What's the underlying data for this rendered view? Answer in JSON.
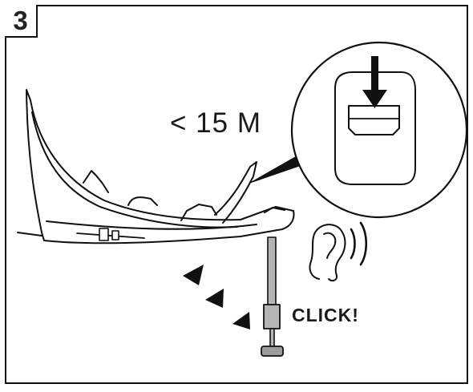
{
  "step": {
    "number": "3"
  },
  "labels": {
    "distance": "< 15 M",
    "sound": "CLICK!"
  },
  "colors": {
    "line": "#111111",
    "leg_fill": "#b5b5b5",
    "foot_fill": "#9c9c9c",
    "background": "#ffffff"
  },
  "icons": [
    "ear-icon",
    "sound-waves-icon",
    "down-arrow-icon",
    "vibration-arrows-icon"
  ]
}
